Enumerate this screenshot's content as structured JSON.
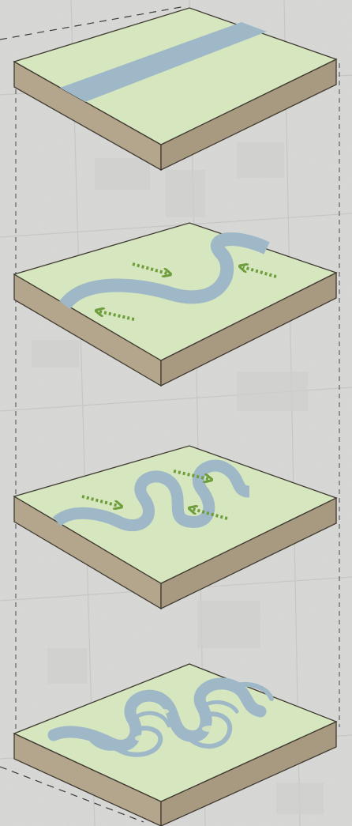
{
  "diagram": {
    "colors": {
      "background": "#d9dad7",
      "block_top": "#d6e6bf",
      "block_front": "#b4a68c",
      "block_side": "#a89a80",
      "block_outline": "#3f3a31",
      "river": "#9eb8c7",
      "arrow": "#6e9d3c",
      "guide_line": "#3a3a3a"
    },
    "stages": [
      {
        "id": 1,
        "river_form": "straight-channel",
        "flow_arrows": []
      },
      {
        "id": 2,
        "river_form": "gentle-meander",
        "flow_arrows": [
          "right",
          "left",
          "left"
        ]
      },
      {
        "id": 3,
        "river_form": "tight-meander",
        "flow_arrows": [
          "right",
          "right",
          "left"
        ]
      },
      {
        "id": 4,
        "river_form": "braided-oxbow-channel",
        "flow_arrows": []
      }
    ]
  }
}
